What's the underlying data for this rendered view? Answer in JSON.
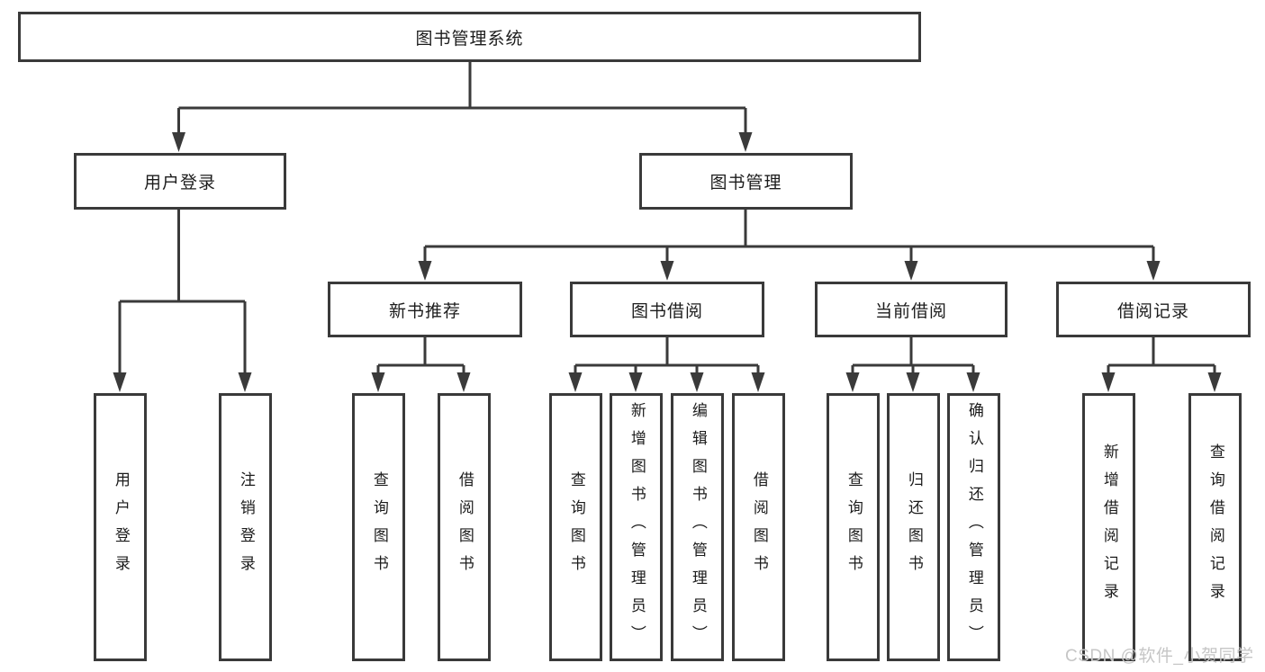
{
  "diagram": {
    "root": {
      "label": "图书管理系统"
    },
    "level2": [
      {
        "label": "用户登录"
      },
      {
        "label": "图书管理"
      }
    ],
    "level3": [
      {
        "label": "新书推荐"
      },
      {
        "label": "图书借阅"
      },
      {
        "label": "当前借阅"
      },
      {
        "label": "借阅记录"
      }
    ],
    "leaves": {
      "user_login": [
        "用户登录",
        "注销登录"
      ],
      "new_book": [
        "查询图书",
        "借阅图书"
      ],
      "book_borrow": [
        "查询图书",
        "新增图书（管理员）",
        "编辑图书（管理员）",
        "借阅图书"
      ],
      "current_borrow": [
        "查询图书",
        "归还图书",
        "确认归还（管理员）"
      ],
      "borrow_record": [
        "新增借阅记录",
        "查询借阅记录"
      ]
    }
  },
  "watermark": {
    "text": "CSDN @软件_小贺同学"
  },
  "colors": {
    "line": "#3a3a3a",
    "text": "#1c1c1c",
    "watermark": "#c6c6c6",
    "background": "#ffffff"
  }
}
